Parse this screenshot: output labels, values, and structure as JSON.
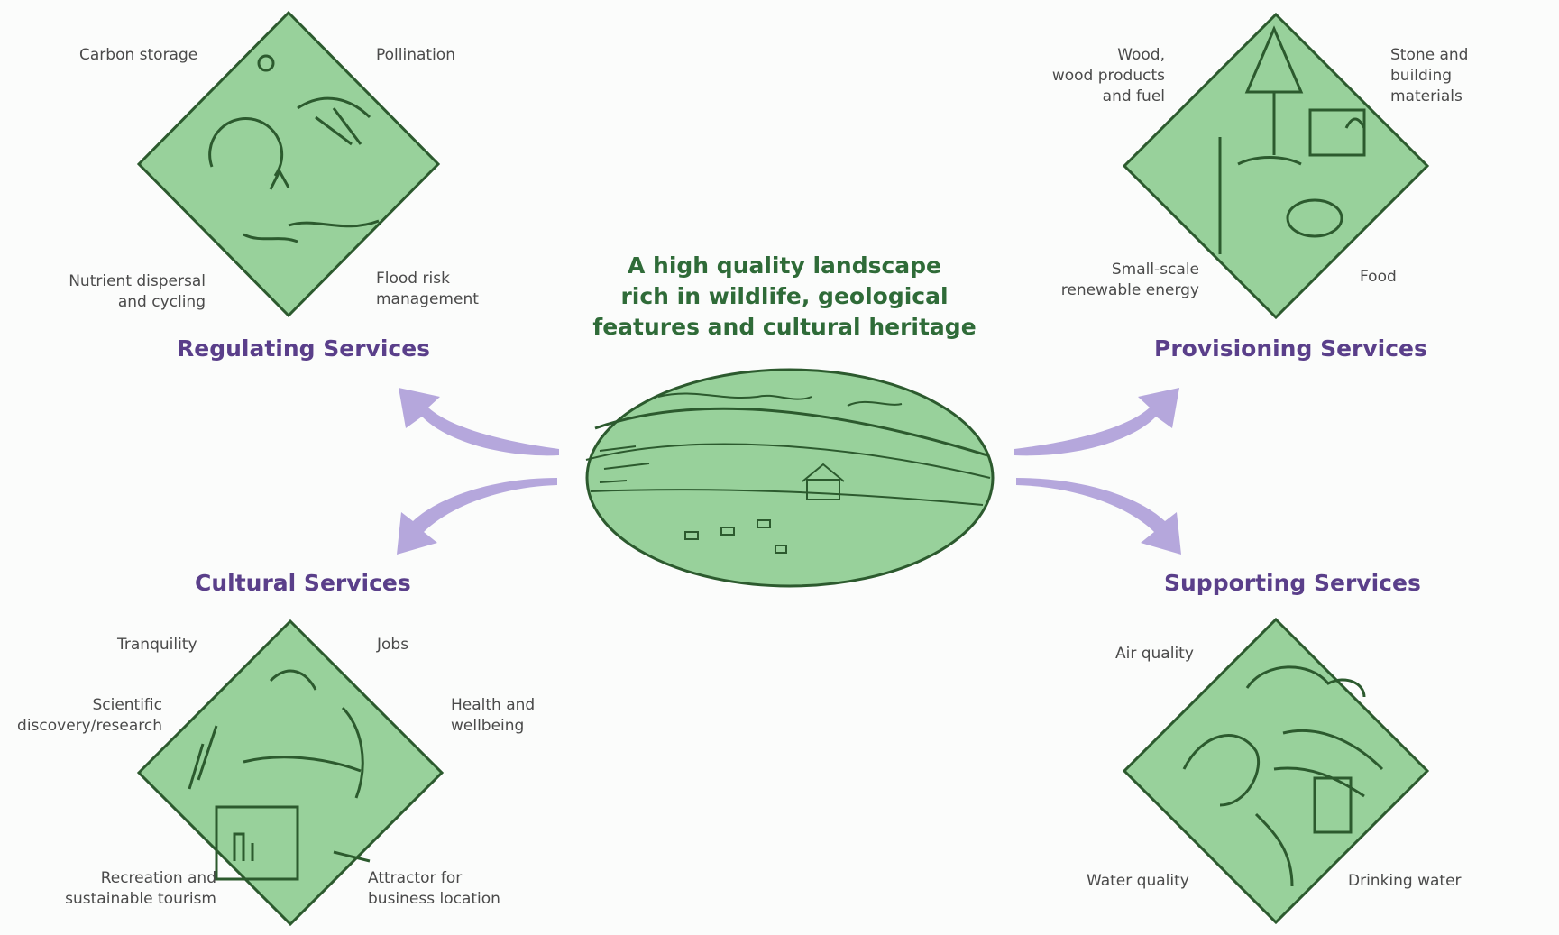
{
  "center": {
    "title": "A high quality landscape\nrich in wildlife, geological\nfeatures and cultural heritage"
  },
  "regulating": {
    "heading": "Regulating Services",
    "labels": {
      "top_left": "Carbon storage",
      "top_right": "Pollination",
      "bottom_left": "Nutrient dispersal\nand cycling",
      "bottom_right": "Flood risk\nmanagement"
    }
  },
  "provisioning": {
    "heading": "Provisioning Services",
    "labels": {
      "top_left": "Wood,\nwood products\nand fuel",
      "top_right": "Stone and\nbuilding\nmaterials",
      "bottom_left": "Small-scale\nrenewable energy",
      "bottom_right": "Food"
    }
  },
  "cultural": {
    "heading": "Cultural Services",
    "labels": {
      "top_left": "Tranquility",
      "top_right": "Jobs",
      "mid_left": "Scientific\ndiscovery/research",
      "mid_right": "Health and\nwellbeing",
      "bottom_left": "Recreation and\nsustainable tourism",
      "bottom_right": "Attractor for\nbusiness location"
    }
  },
  "supporting": {
    "heading": "Supporting Services",
    "labels": {
      "top_left": "Air quality",
      "bottom_left": "Water quality",
      "bottom_right": "Drinking water"
    }
  },
  "colors": {
    "fill": "#98d19b",
    "ink": "#2c5a2e",
    "arrow": "#b5a7dc",
    "heading": "#5a3f8a"
  }
}
